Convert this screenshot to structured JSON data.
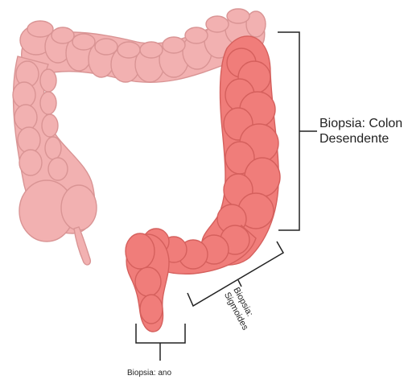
{
  "figure": {
    "regions": [
      {
        "id": "colon_descendente",
        "label_lines": [
          "Biopsia: Colon",
          "Desendente"
        ]
      },
      {
        "id": "sigmoides",
        "label_lines": [
          "Biopsia:",
          "Sigmoides"
        ]
      },
      {
        "id": "ano",
        "label_lines": [
          "Biopsia: ano"
        ]
      }
    ],
    "colors": {
      "healthy_colon": "#f2b1b1",
      "healthy_colon_outline": "#d99494",
      "highlighted_colon": "#f07d7a",
      "highlighted_colon_outline": "#d5605d",
      "bracket": "#222222"
    },
    "icons": [
      "colon-illustration"
    ]
  }
}
